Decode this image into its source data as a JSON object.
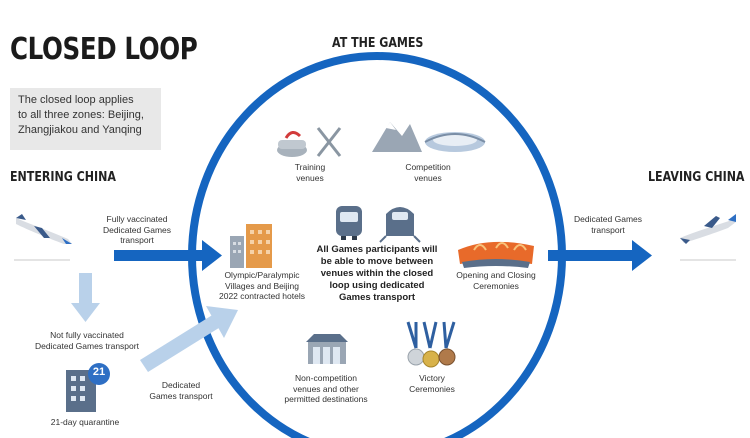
{
  "title": "CLOSED LOOP",
  "at_the_games": "AT THE GAMES",
  "entering": "ENTERING CHINA",
  "leaving": "LEAVING CHINA",
  "info_text": [
    "The closed loop applies",
    "to all three zones: Beijing,",
    "Zhangjiakou and Yanqing"
  ],
  "labels": {
    "fully_vaccinated": [
      "Fully vaccinated",
      "Dedicated Games",
      "transport"
    ],
    "not_vaccinated": [
      "Not fully vaccinated",
      "Dedicated Games transport"
    ],
    "quarantine": "21-day quarantine",
    "quarantine_badge": "21",
    "dedicated_games_transport": [
      "Dedicated",
      "Games transport"
    ],
    "leaving_transport": [
      "Dedicated Games",
      "transport"
    ],
    "training": [
      "Training",
      "venues"
    ],
    "competition": [
      "Competition",
      "venues"
    ],
    "villages": [
      "Olympic/Paralympic",
      "Villages and Beijing",
      "2022 contracted hotels"
    ],
    "opening": [
      "Opening and Closing",
      "Ceremonies"
    ],
    "non_competition": [
      "Non-competition",
      "venues and other",
      "permitted destinations"
    ],
    "victory": [
      "Victory",
      "Ceremonies"
    ],
    "center_text": [
      "All Games participants will",
      "be able to move between",
      "venues within the closed",
      "loop using dedicated",
      "Games transport"
    ]
  },
  "colors": {
    "loop_blue": "#1565c0",
    "light_blue": "#b9d1ea",
    "gray_box": "#e8e8e8"
  }
}
